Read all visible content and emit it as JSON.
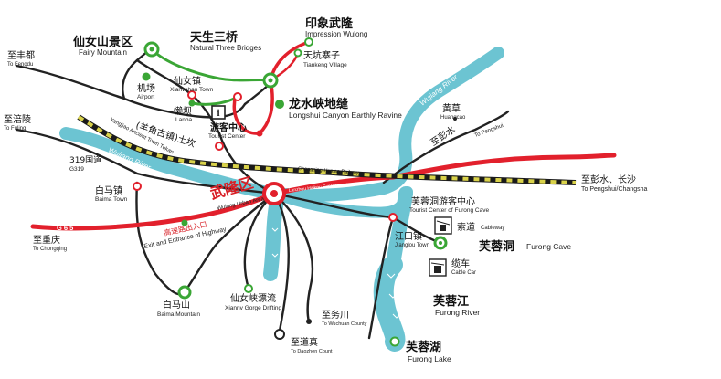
{
  "colors": {
    "river": "#6cc4d2",
    "road": "#222222",
    "highway": "#e2202c",
    "green_route": "#3aa635",
    "rail_dark": "#1a1a1a",
    "rail_light": "#d9d24a",
    "label_accent": "#d81f26"
  },
  "center": {
    "zh": "武隆区",
    "en": "Wulong Urban Area"
  },
  "places": [
    {
      "id": "fairy-mountain",
      "zh": "仙女山景区",
      "en": "Fairy Mountain"
    },
    {
      "id": "natural-three-bridges",
      "zh": "天生三桥",
      "en": "Natural Three Bridges"
    },
    {
      "id": "impression-wulong",
      "zh": "印象武隆",
      "en": "Impression Wulong"
    },
    {
      "id": "tiankeng-village",
      "zh": "天坑寨子",
      "en": "Tiankeng Village"
    },
    {
      "id": "longshui-canyon",
      "zh": "龙水峡地缝",
      "en": "Longshui Canyon Earthly Ravine"
    },
    {
      "id": "airport",
      "zh": "机场",
      "en": "Airport"
    },
    {
      "id": "xiannvshan-town",
      "zh": "仙女镇",
      "en": "Xianvshan Town"
    },
    {
      "id": "lanba",
      "zh": "懒坝",
      "en": "Lanba"
    },
    {
      "id": "tourist-center",
      "zh": "游客中心",
      "en": "Tourist Center"
    },
    {
      "id": "tuku-ancient-town",
      "zh": "(羊角古镇)土坎",
      "en": "Yangjiao Ancient Town  Tukan"
    },
    {
      "id": "baima-town",
      "zh": "白马镇",
      "en": "Baima Town"
    },
    {
      "id": "baima-mountain",
      "zh": "白马山",
      "en": "Baima Mountain"
    },
    {
      "id": "xiannv-gorge-drifting",
      "zh": "仙女峡漂流",
      "en": "Xiannv Gorge Drifting"
    },
    {
      "id": "huangcao",
      "zh": "黄草",
      "en": "Huangcao"
    },
    {
      "id": "furong-cave-tourist-center",
      "zh": "芙蓉洞游客中心",
      "en": "Tourist Center of Furong Cave"
    },
    {
      "id": "jiangkou-town",
      "zh": "江口镇",
      "en": "Jianglou Town"
    },
    {
      "id": "cableway",
      "zh": "索道",
      "en": "Cableway"
    },
    {
      "id": "furong-cave",
      "zh": "芙蓉洞",
      "en": "Furong Cave"
    },
    {
      "id": "cable-car",
      "zh": "缆车",
      "en": "Cable Car"
    },
    {
      "id": "furong-river",
      "zh": "芙蓉江",
      "en": "Furong River"
    },
    {
      "id": "furong-lake",
      "zh": "芙蓉湖",
      "en": "Furong Lake"
    },
    {
      "id": "highway-entrance",
      "zh": "高速路出入口",
      "en": "Exit and Entrance of Highway"
    }
  ],
  "destinations": [
    {
      "id": "to-fengdu",
      "zh": "至丰都",
      "en": "To Fengdu"
    },
    {
      "id": "to-fuling",
      "zh": "至涪陵",
      "en": "To Fuling"
    },
    {
      "id": "to-chongqing",
      "zh": "至重庆",
      "en": "To Chongqing"
    },
    {
      "id": "to-wuchuan",
      "zh": "至务川",
      "en": "To Wuchuan County"
    },
    {
      "id": "to-daozhen",
      "zh": "至道真",
      "en": "To Daozhen Count"
    },
    {
      "id": "to-pengshui-changsha",
      "zh": "至彭水、长沙",
      "en": "To Pengshui/Changsha"
    },
    {
      "id": "to-pengshui",
      "zh": "至彭水",
      "en": "To Pengshui"
    }
  ],
  "roads": {
    "g319": {
      "zh": "319国道",
      "en": "G319"
    },
    "g65": "G 6 5",
    "railway": "Chongqing-Huaian Railway",
    "yutu_expressway": "Lanzhou Haikou Expressway",
    "wujiang_river_west": "Wujiang River",
    "wujiang_river_east": "Wujiang River"
  }
}
